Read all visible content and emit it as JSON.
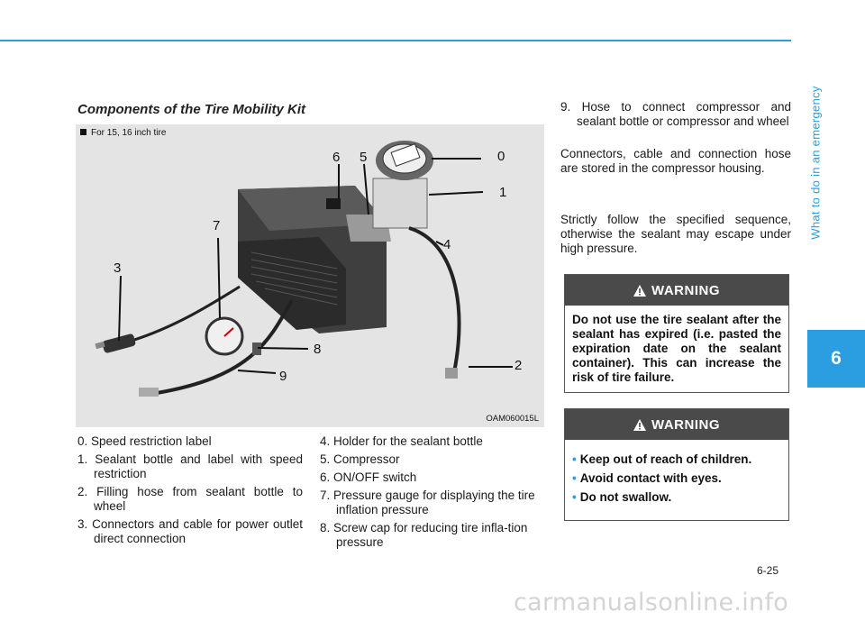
{
  "side_title": "What to do in an emergency",
  "chapter": "6",
  "page_number": "6-25",
  "watermark": "carmanualsonline.info",
  "section_title": "Components of the Tire Mobility Kit",
  "figure": {
    "note": "For 15, 16 inch tire",
    "code": "OAM060015L",
    "callouts": [
      "0",
      "1",
      "2",
      "3",
      "4",
      "5",
      "6",
      "7",
      "8",
      "9"
    ]
  },
  "legend_left": [
    "0. Speed restriction label",
    "1. Sealant bottle and label with speed restriction",
    "2. Filling hose from sealant bottle to wheel",
    "3. Connectors and cable for power outlet direct connection"
  ],
  "legend_mid": [
    "4. Holder for the sealant bottle",
    "5. Compressor",
    "6. ON/OFF switch",
    "7. Pressure gauge for displaying the tire inflation pressure",
    "8. Screw cap for reducing tire infla-tion pressure"
  ],
  "legend_right": [
    "9. Hose to connect compressor and sealant bottle or compressor and wheel"
  ],
  "para1": "Connectors, cable and connection hose are stored in the compressor housing.",
  "para2": "Strictly follow the specified sequence, otherwise the sealant may escape under high pressure.",
  "warning1": {
    "title": "WARNING",
    "body": "Do not use the tire sealant after the sealant has expired (i.e. pasted the expiration date on the sealant container). This can increase the risk of tire failure."
  },
  "warning2": {
    "title": "WARNING",
    "bullets": [
      "Keep out of reach of children.",
      "Avoid contact with eyes.",
      "Do not swallow."
    ]
  },
  "colors": {
    "accent": "#2a9ee0",
    "warning_header": "#4a4a4a",
    "figure_bg": "#e4e4e4"
  }
}
